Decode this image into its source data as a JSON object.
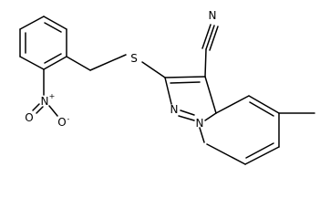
{
  "molecule": {
    "atoms": {
      "n_nitrile": "N",
      "s_thioether": "S",
      "n_nitro": "N",
      "nitro_plus": "+",
      "o_nitro_double": "O",
      "o_nitro_single": "O",
      "nitro_minus": "-",
      "n_pyrazole_2": "N",
      "n_pyrazole_1": "N"
    }
  }
}
